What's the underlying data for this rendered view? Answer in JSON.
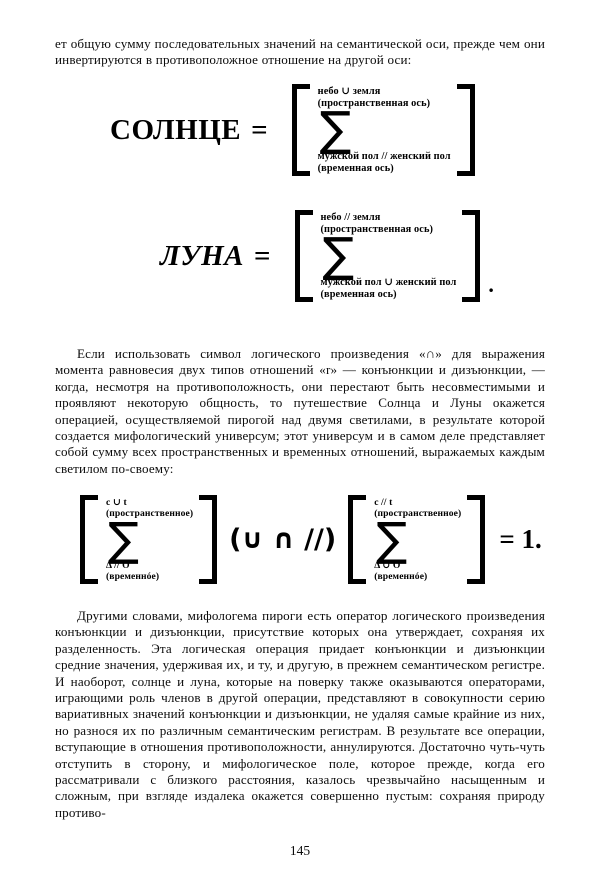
{
  "document": {
    "page_number": "145",
    "language": "ru"
  },
  "paragraphs": {
    "top": "ет общую сумму последовательных значений на семантической оси, прежде чем они инвертируются в противоположное отношение на другой оси:",
    "middle": "Если использовать символ логического произведения «∩» для выражения момента равновесия двух типов отношений «r» — конъюнкции и дизъюнкции, — когда, несмотря на противоположность, они перестают быть несовместимыми и проявляют некоторую общность, то путешествие Солнца и Луны окажется операцией, осуществляемой пирогой над двумя светилами, в результате которой создается мифологический универсум; этот универсум и в самом деле представляет собой сумму всех пространственных и временных отношений, выражаемых каждым светилом по-своему:",
    "bottom": "Другими словами, мифологема пироги есть оператор логического произведения конъюнкции и дизъюнкции, присутствие которых она утверждает, сохраняя их разделенность. Эта логическая операция придает конъюнкции и дизъюнкции средние значения, удерживая их, и ту, и другую, в прежнем семантическом регистре. И наоборот, солнце и луна, которые на поверку также оказываются операторами, играющими роль членов в другой операции, представляют в совокупности серию вариативных значений конъюнкции и дизъюнкции, не удаляя самые крайние из них, но разнося их по различным семантическим регистрам. В результате все операции, вступающие в отношения противоположности, аннулируются. Достаточно чуть-чуть отступить в сторону, и мифологическое поле, которое прежде, когда его рассматривали с близкого расстояния, казалось чрезвычайно насыщенным и сложным, при взгляде издалека окажется совершенно пустым: сохраняя природу противо-"
  },
  "formulas": {
    "sun": {
      "lhs": "СОЛНЦЕ",
      "equals": "=",
      "upper_line1": "небо ∪ земля",
      "upper_line2": "(пространственная ось)",
      "operator": "∑",
      "lower_line1": "мужской пол // женский пол",
      "lower_line2": "(временная ось)"
    },
    "moon": {
      "lhs": "ЛУНА",
      "equals": "=",
      "upper_line1": "небо // земля",
      "upper_line2": "(пространственная ось)",
      "operator": "∑",
      "lower_line1": "мужской пол ∪ женский пол",
      "lower_line2": "(временная ось)",
      "trailing": "."
    },
    "big": {
      "left_upper_line1": "c ∪ t",
      "left_upper_line2": "(пространственное)",
      "left_operator": "∑",
      "left_lower_line1": "Δ // O",
      "left_lower_line2": "(временнóе)",
      "middle_operator": "(∪ ∩ //)",
      "right_upper_line1": "c // t",
      "right_upper_line2": "(пространственное)",
      "right_operator": "∑",
      "right_lower_line1": "Δ ∪ O",
      "right_lower_line2": "(временнóе)",
      "result": "= 1."
    }
  },
  "colors": {
    "page_background": "#ffffff",
    "ink": "#0b0b0b"
  }
}
